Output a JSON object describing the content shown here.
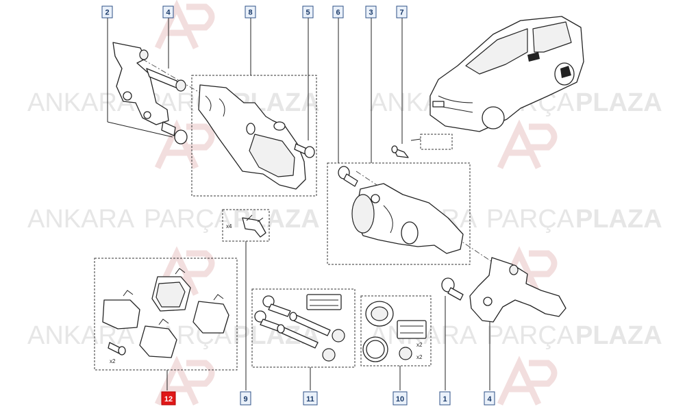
{
  "watermark": {
    "word1": "ANKARA",
    "word2": "PARÇA",
    "word3": "PLAZA"
  },
  "callouts": {
    "c2": "2",
    "c4a": "4",
    "c8": "8",
    "c5": "5",
    "c6": "6",
    "c3": "3",
    "c7": "7",
    "c12": "12",
    "c9": "9",
    "c11": "11",
    "c10": "10",
    "c1": "1",
    "c4b": "4"
  },
  "quantities": {
    "clips": "x4",
    "pad_bolts": "x2",
    "kit_plug": "x2",
    "kit_plug2": "x2"
  },
  "colors": {
    "highlight": "#e01818",
    "callout_text": "#1a3a6a",
    "watermark": "#e6e6e6"
  }
}
